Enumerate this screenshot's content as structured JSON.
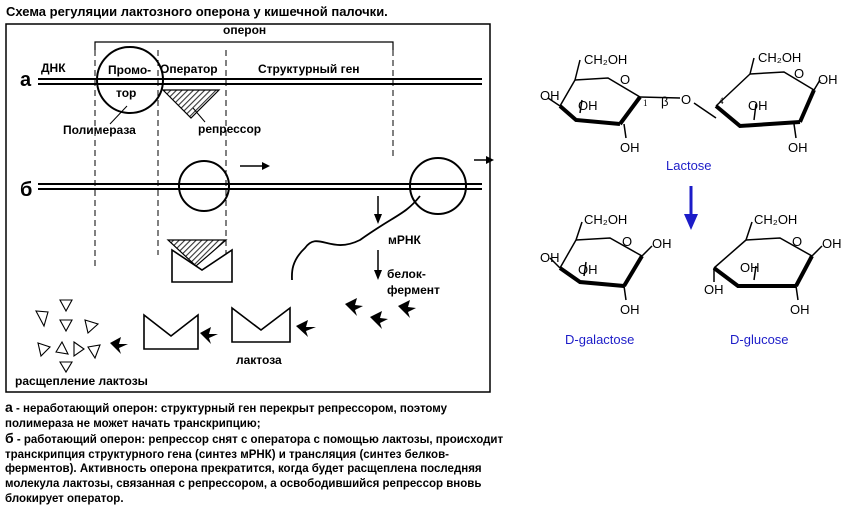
{
  "title": "Схема регуляции лактозного оперона у кишечной палочки.",
  "operon_diagram": {
    "operon_label": "оперон",
    "row_a_letter": "а",
    "row_b_letter": "б",
    "dna_label": "ДНК",
    "promoter_line1": "Промо-",
    "promoter_line2": "тор",
    "operator_label": "Оператор",
    "structural_gene_label": "Структурный ген",
    "polymerase_label": "Полимераза",
    "repressor_label": "репрессор",
    "mrna_label": "мРНК",
    "enzyme_line1": "белок-",
    "enzyme_line2": "фермент",
    "lactose_label": "лактоза",
    "cleavage_label": "расщепление лактозы"
  },
  "caption": {
    "a_letter": "а",
    "a_text": "- неработающий оперон: структурный ген перекрыт репрессором, поэтому полимераза не может начать транскрипцию;",
    "b_letter": "б",
    "b_text": "- работающий оперон: репрессор снят с оператора с помощью лактозы, происходит транскрипция структурного гена (синтез мРНК) и трансляция (синтез белков-ферментов). Активность оперона прекратится, когда будет расщеплена последняя молекула лактозы, связанная с репрессором, а освободившийся репрессор вновь блокирует оператор."
  },
  "chemistry": {
    "ch2oh": "CH₂OH",
    "oh": "OH",
    "ring_o": "O",
    "bridge_o": "O",
    "num_1": "1",
    "beta": "β",
    "num_4": "4",
    "lactose_name": "Lactose",
    "galactose_name": "D-galactose",
    "glucose_name": "D-glucose",
    "name_color": "#1c1cc8",
    "arrow_color": "#1c1cc8"
  }
}
